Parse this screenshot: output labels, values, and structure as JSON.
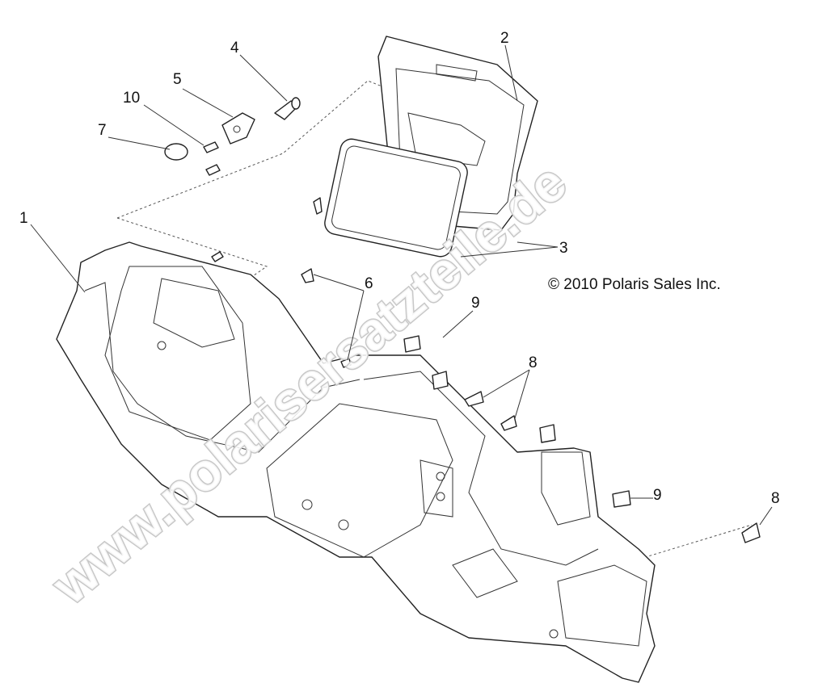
{
  "diagram": {
    "callouts": [
      {
        "id": "callout-1",
        "label": "1"
      },
      {
        "id": "callout-2",
        "label": "2"
      },
      {
        "id": "callout-3",
        "label": "3"
      },
      {
        "id": "callout-4",
        "label": "4"
      },
      {
        "id": "callout-5",
        "label": "5"
      },
      {
        "id": "callout-6",
        "label": "6"
      },
      {
        "id": "callout-7",
        "label": "7"
      },
      {
        "id": "callout-8a",
        "label": "8"
      },
      {
        "id": "callout-8b",
        "label": "8"
      },
      {
        "id": "callout-9a",
        "label": "9"
      },
      {
        "id": "callout-9b",
        "label": "9"
      },
      {
        "id": "callout-10",
        "label": "10"
      }
    ],
    "copyright": "© 2010 Polaris Sales Inc.",
    "watermark": "www.polarisersatzteile.de"
  }
}
